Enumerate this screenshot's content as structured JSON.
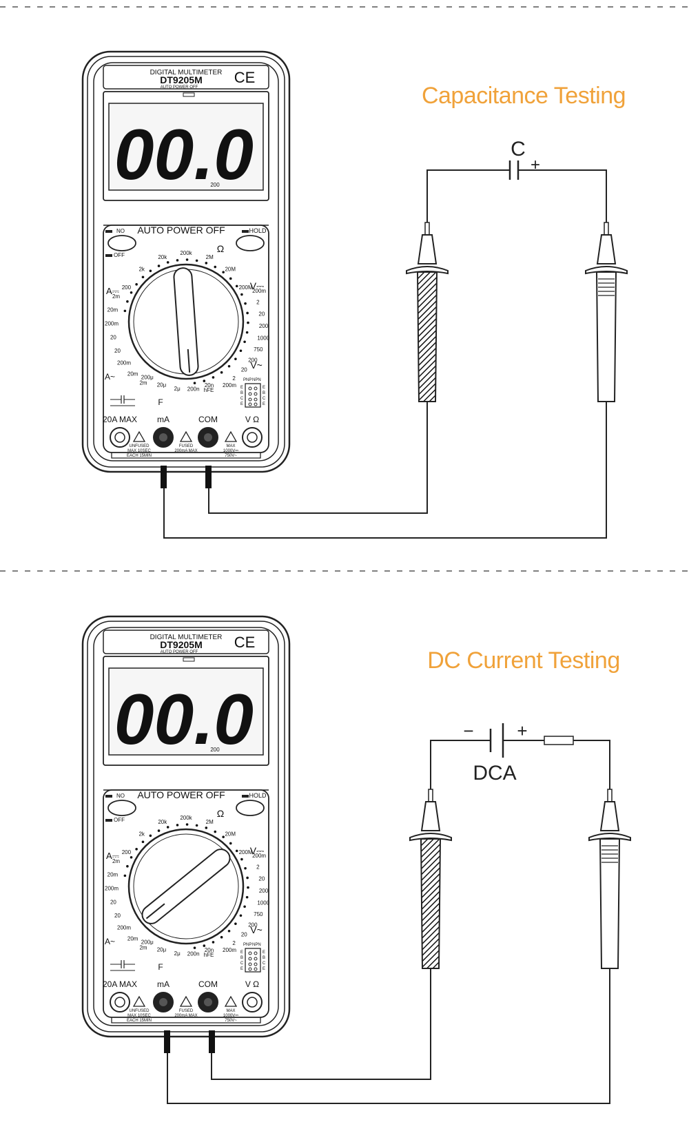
{
  "panels": [
    {
      "title": "Capacitance Testing",
      "component_label": "C",
      "component_plus": "+",
      "component_minus": "",
      "dial_knob_angle": -4
    },
    {
      "title": "DC Current Testing",
      "component_label": "DCA",
      "component_plus": "+",
      "component_minus": "−",
      "dial_knob_angle": 51
    }
  ],
  "meter": {
    "header": "DIGITAL MULTIMETER",
    "model": "DT9205M",
    "sub": "AUTO POWER OFF",
    "ce": "CE",
    "lcd_value": "00.0",
    "lcd_range": "200",
    "auto_power_off": "AUTO POWER OFF",
    "btn_left_top": "NO",
    "btn_left_bottom": "OFF",
    "btn_right": "HOLD",
    "omega": "Ω",
    "vdc": "V⎓",
    "vac": "V~",
    "adc": "A⎓",
    "aac": "A~",
    "farad": "F",
    "hfe": "hFE",
    "pnp": "PNP",
    "npn": "NPN",
    "ebce": [
      "E",
      "B",
      "C",
      "E"
    ],
    "dial_top": [
      "200",
      "2k",
      "20k",
      "200k",
      "2M",
      "20M",
      "200M"
    ],
    "dial_left": [
      "2m",
      "20m",
      "200m",
      "20",
      "20",
      "200m",
      "20m",
      "2m"
    ],
    "dial_right": [
      "200m",
      "2",
      "20",
      "200",
      "1000",
      "750",
      "200",
      "20",
      "2",
      "200m"
    ],
    "dial_bottom": [
      "200μ",
      "20μ",
      "2μ",
      "200n",
      "20n"
    ],
    "jacks": [
      "20A MAX",
      "mA",
      "COM",
      "V Ω"
    ],
    "warn_unfused": [
      "UNFUSED",
      "MAX 10SEC",
      "EACH 15MIN"
    ],
    "warn_fused": [
      "FUSED",
      "200mA MAX"
    ],
    "warn_max": [
      "MAX",
      "1000V⎓",
      "750V~"
    ]
  }
}
